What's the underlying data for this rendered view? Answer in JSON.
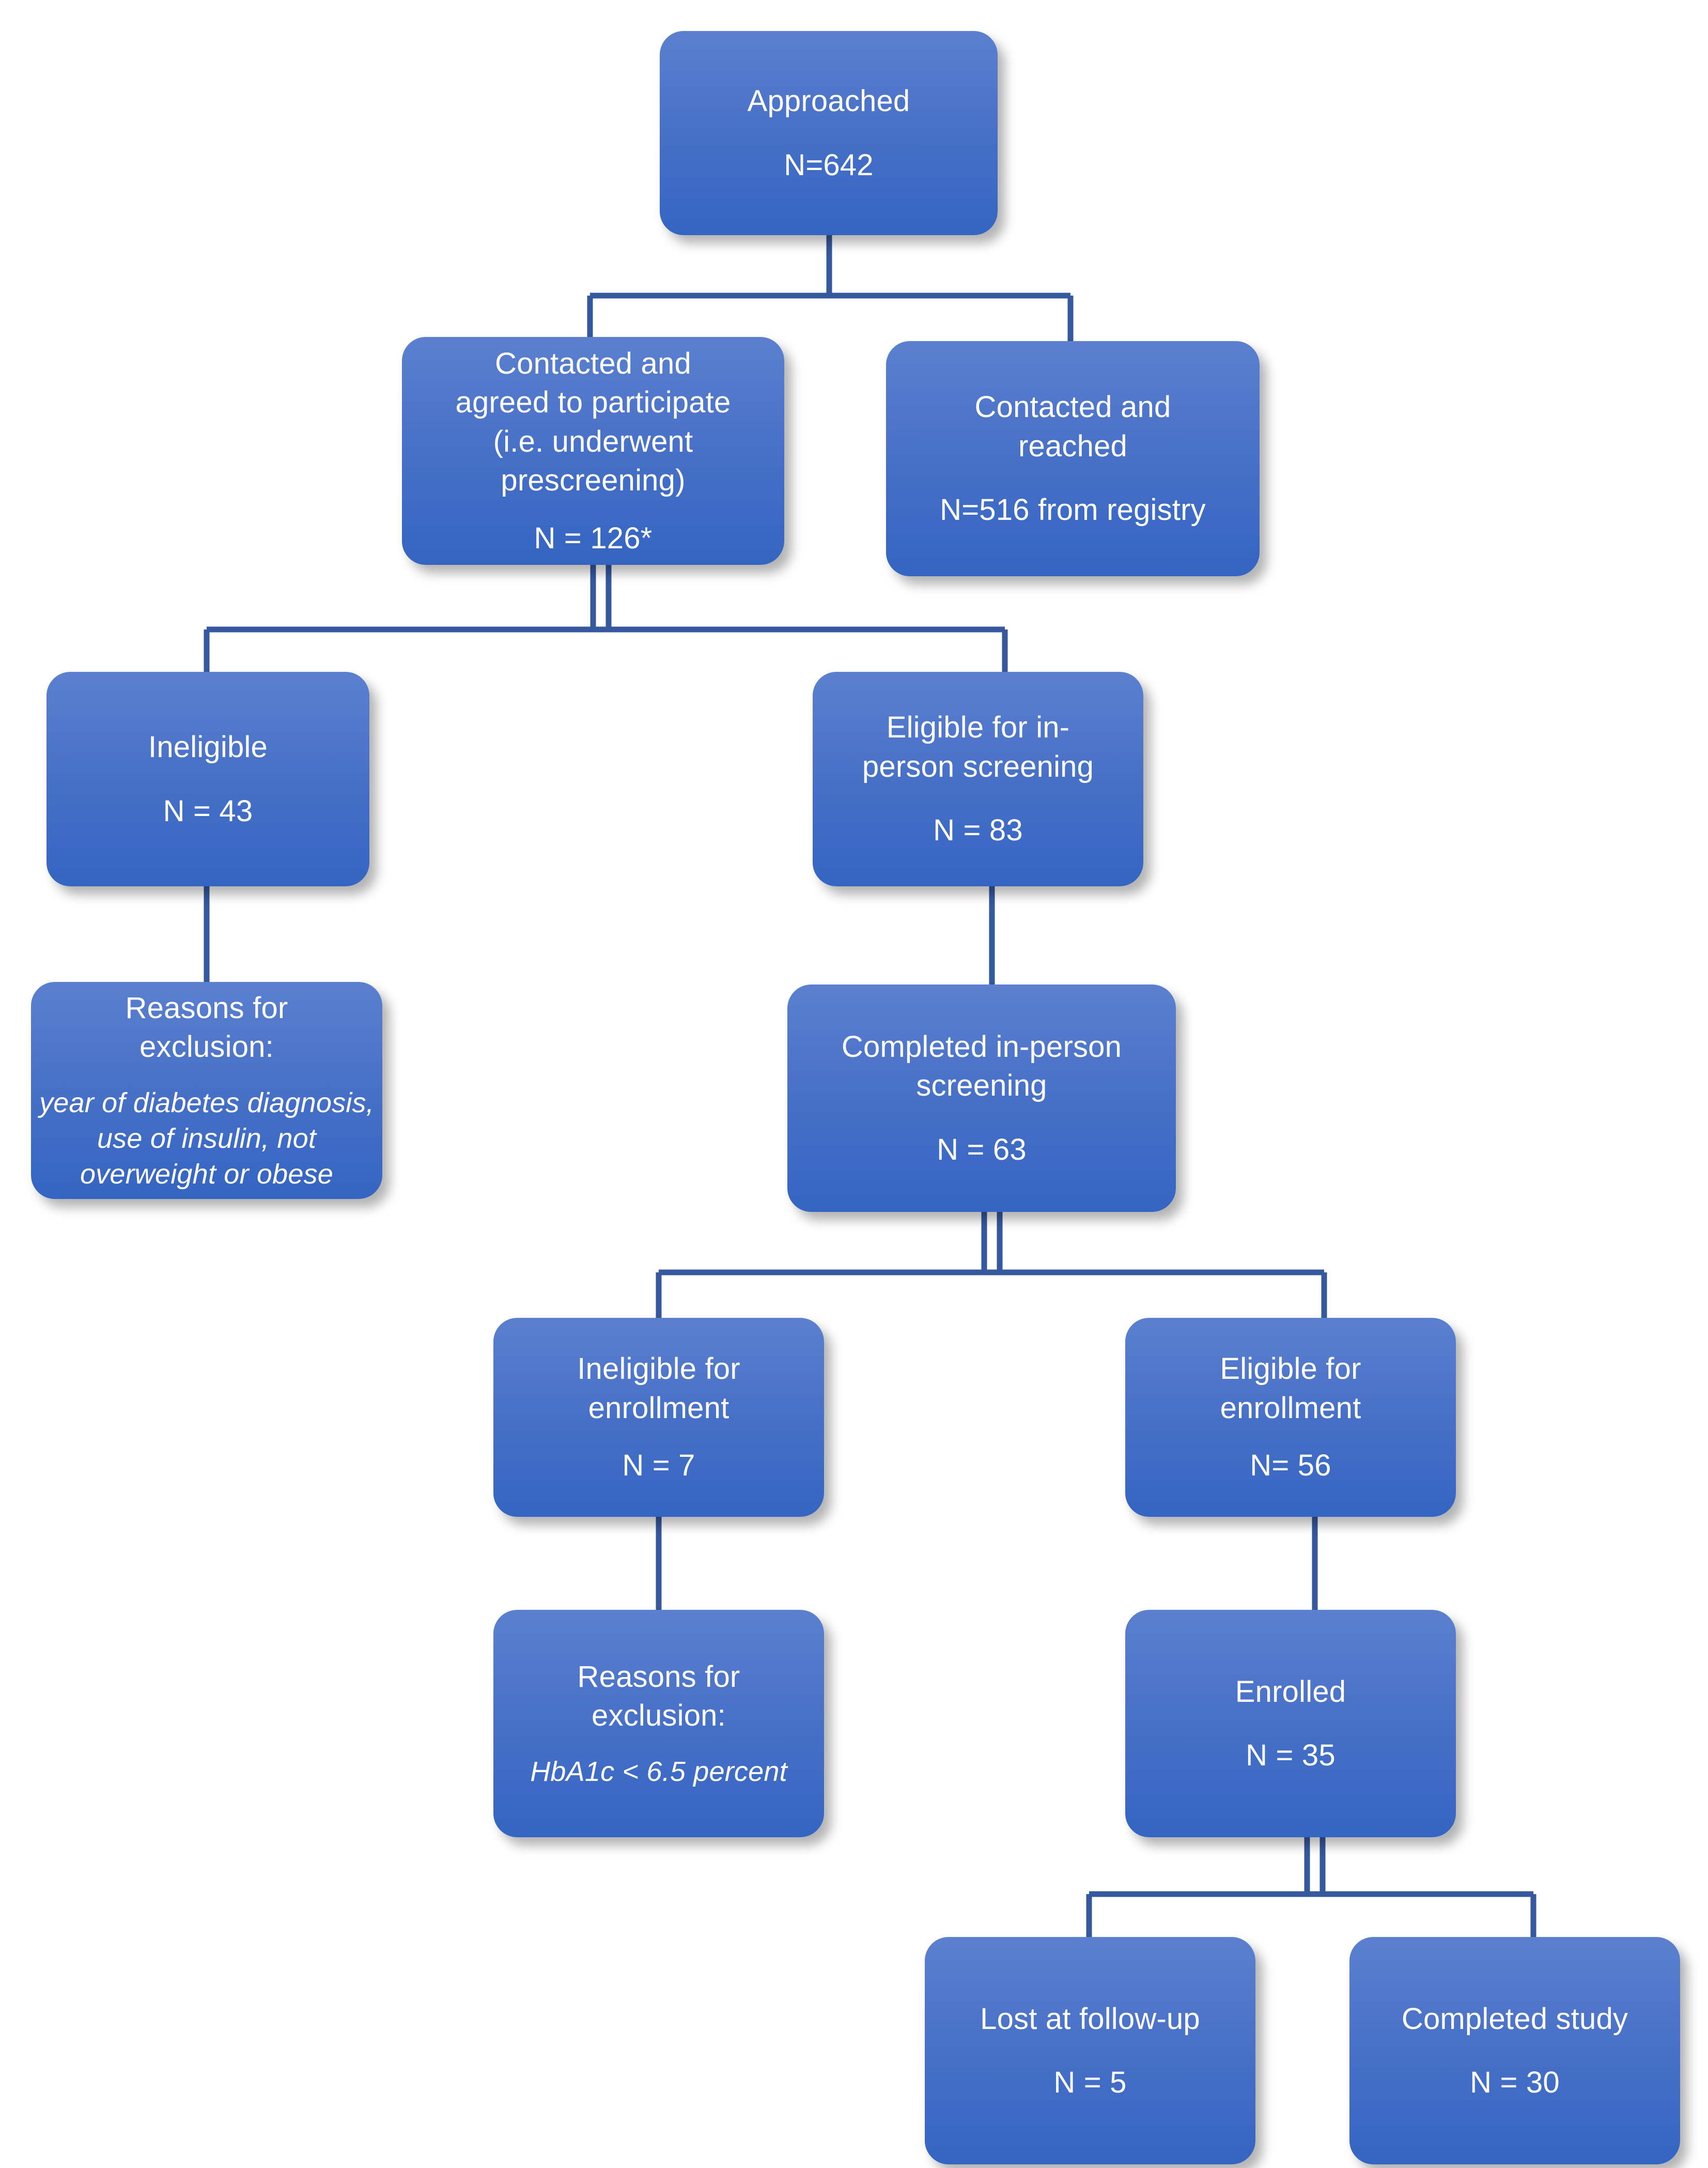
{
  "diagram": {
    "title": "Study recruitment and enrollment flow diagram",
    "type": "flowchart",
    "colors": {
      "node_fill_top": "#5b80cf",
      "node_fill_bottom": "#3465c2",
      "node_text": "#ffffff",
      "connector": "#35589e",
      "background": "#ffffff"
    }
  },
  "nodes": {
    "approached": {
      "label": "Approached",
      "count": "N=642"
    },
    "contacted_agreed": {
      "label_line1": "Contacted and",
      "label_line2": "agreed to participate",
      "label_line3": "(i.e. underwent",
      "label_line4": "prescreening)",
      "count": "N = 126*"
    },
    "contacted_reached": {
      "label_line1": "Contacted and",
      "label_line2": "reached",
      "count": "N=516 from registry"
    },
    "ineligible": {
      "label": "Ineligible",
      "count": "N = 43"
    },
    "eligible_inperson": {
      "label_line1": "Eligible for in-",
      "label_line2": "person screening",
      "count": "N = 83"
    },
    "reasons_exclusion_1": {
      "label_line1": "Reasons for",
      "label_line2": "exclusion:",
      "detail": "year of diabetes diagnosis, use of insulin, not overweight or obese"
    },
    "completed_inperson": {
      "label_line1": "Completed in-person",
      "label_line2": "screening",
      "count": "N = 63"
    },
    "ineligible_enrollment": {
      "label_line1": "Ineligible for",
      "label_line2": "enrollment",
      "count": "N = 7"
    },
    "eligible_enrollment": {
      "label_line1": "Eligible for",
      "label_line2": "enrollment",
      "count": "N= 56"
    },
    "reasons_exclusion_2": {
      "label_line1": "Reasons for",
      "label_line2": "exclusion:",
      "detail": "HbA1c < 6.5 percent"
    },
    "enrolled": {
      "label": "Enrolled",
      "count": "N = 35"
    },
    "lost_followup": {
      "label": "Lost at follow-up",
      "count": "N = 5"
    },
    "completed_study": {
      "label": "Completed study",
      "count": "N = 30"
    }
  },
  "chart_data": {
    "type": "flowchart",
    "title": "Study recruitment and enrollment flow",
    "nodes": [
      {
        "id": "approached",
        "label": "Approached",
        "n": 642
      },
      {
        "id": "contacted_agreed",
        "label": "Contacted and agreed to participate (i.e. underwent prescreening)",
        "n": 126,
        "note": "*"
      },
      {
        "id": "contacted_reached",
        "label": "Contacted and reached",
        "n": 516,
        "note": "from registry"
      },
      {
        "id": "ineligible",
        "label": "Ineligible",
        "n": 43
      },
      {
        "id": "eligible_inperson",
        "label": "Eligible for in-person screening",
        "n": 83
      },
      {
        "id": "reasons_exclusion_1",
        "label": "Reasons for exclusion: year of diabetes diagnosis, use of insulin, not overweight or obese",
        "n": null
      },
      {
        "id": "completed_inperson",
        "label": "Completed in-person screening",
        "n": 63
      },
      {
        "id": "ineligible_enrollment",
        "label": "Ineligible for enrollment",
        "n": 7
      },
      {
        "id": "eligible_enrollment",
        "label": "Eligible for enrollment",
        "n": 56
      },
      {
        "id": "reasons_exclusion_2",
        "label": "Reasons for exclusion: HbA1c < 6.5 percent",
        "n": null
      },
      {
        "id": "enrolled",
        "label": "Enrolled",
        "n": 35
      },
      {
        "id": "lost_followup",
        "label": "Lost at follow-up",
        "n": 5
      },
      {
        "id": "completed_study",
        "label": "Completed study",
        "n": 30
      }
    ],
    "edges": [
      {
        "from": "approached",
        "to": "contacted_agreed"
      },
      {
        "from": "approached",
        "to": "contacted_reached"
      },
      {
        "from": "contacted_agreed",
        "to": "ineligible"
      },
      {
        "from": "contacted_agreed",
        "to": "eligible_inperson"
      },
      {
        "from": "ineligible",
        "to": "reasons_exclusion_1"
      },
      {
        "from": "eligible_inperson",
        "to": "completed_inperson"
      },
      {
        "from": "completed_inperson",
        "to": "ineligible_enrollment"
      },
      {
        "from": "completed_inperson",
        "to": "eligible_enrollment"
      },
      {
        "from": "ineligible_enrollment",
        "to": "reasons_exclusion_2"
      },
      {
        "from": "eligible_enrollment",
        "to": "enrolled"
      },
      {
        "from": "enrolled",
        "to": "lost_followup"
      },
      {
        "from": "enrolled",
        "to": "completed_study"
      }
    ]
  }
}
